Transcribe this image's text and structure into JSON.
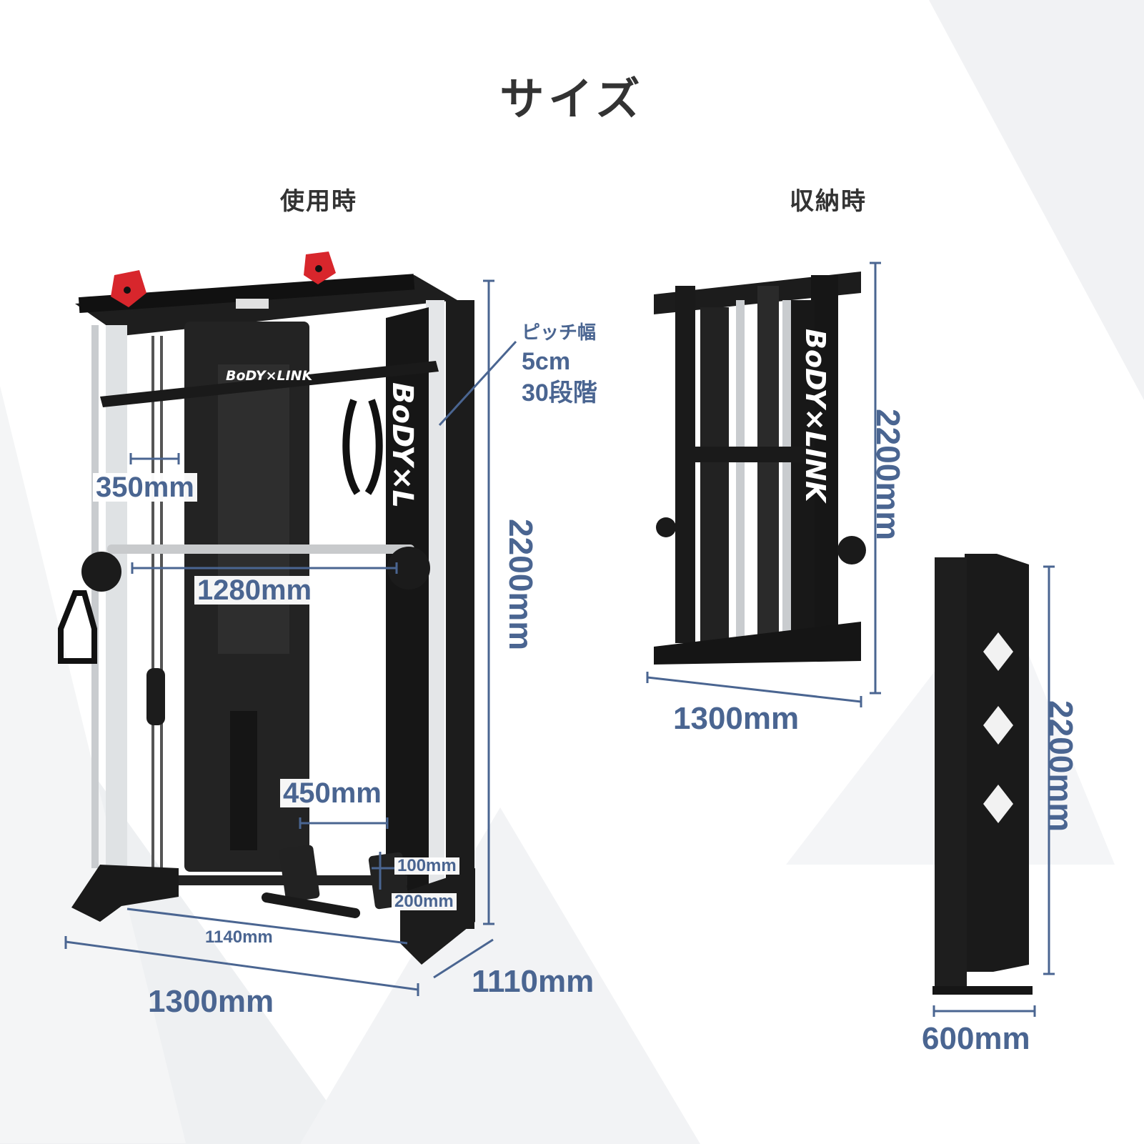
{
  "page": {
    "title": "サイズ",
    "accent_color": "#4a6591"
  },
  "sections": {
    "in_use": "使用時",
    "stored": "収納時"
  },
  "in_use": {
    "logo": "BoDY×LINK",
    "pitch_label": "ピッチ幅",
    "pitch_value": "5cm",
    "pitch_steps": "30段階",
    "dim_pulley_gap": "350mm",
    "dim_bar_width": "1280mm",
    "dim_footplate_gap": "450mm",
    "dim_footplate_100": "100mm",
    "dim_footplate_200": "200mm",
    "dim_inner_width": "1140mm",
    "dim_width": "1300mm",
    "dim_depth": "1110mm",
    "dim_height": "2200mm"
  },
  "stored_front": {
    "logo": "BoDY×LINK",
    "dim_width": "1300mm",
    "dim_height": "2200mm"
  },
  "stored_side": {
    "dim_depth": "600mm",
    "dim_height": "2200mm"
  }
}
